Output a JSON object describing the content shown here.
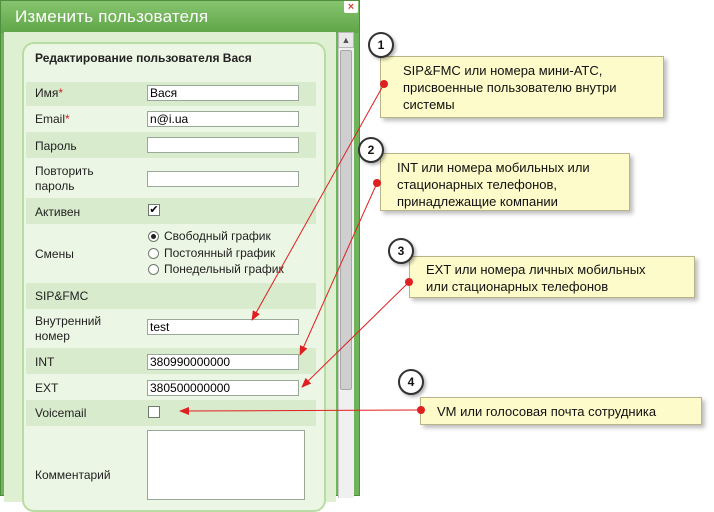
{
  "dialog": {
    "title": "Изменить пользователя",
    "close_icon": "×",
    "heading": "Редактирование пользователя Вася"
  },
  "form": {
    "name_label": "Имя",
    "name_value": "Вася",
    "email_label": "Email",
    "email_value": "n@i.ua",
    "required_mark": "*",
    "password_label": "Пароль",
    "password_value": "",
    "repeat_password_label_1": "Повторить",
    "repeat_password_label_2": "пароль",
    "repeat_password_value": "",
    "active_label": "Активен",
    "active_checked": "✔",
    "shifts_label": "Смены",
    "shift_options": [
      "Свободный график",
      "Постоянный график",
      "Понедельный график"
    ],
    "shift_selected": 0,
    "section_sipfmc": "SIP&FMC",
    "internal_label_1": "Внутренний",
    "internal_label_2": "номер",
    "internal_value": "test",
    "int_label": "INT",
    "int_value": "380990000000",
    "ext_label": "EXT",
    "ext_value": "380500000000",
    "voicemail_label": "Voicemail",
    "comment_label": "Комментарий"
  },
  "callouts": [
    {
      "num": "1",
      "text_lines": [
        "SIP&FMC или номера мини-АТС,",
        "присвоенные пользователю внутри",
        "системы"
      ]
    },
    {
      "num": "2",
      "text_lines": [
        "INT или номера мобильных или",
        "стационарных телефонов,",
        "принадлежащие компании"
      ]
    },
    {
      "num": "3",
      "text_lines": [
        "EXT или номера личных мобильных",
        "или стационарных телефонов"
      ]
    },
    {
      "num": "4",
      "text_lines": [
        "VM или голосовая почта сотрудника"
      ]
    }
  ],
  "colors": {
    "arrow": "#e02020",
    "dialog_green": "#6fb35a",
    "note_bg": "#fdfbc9"
  }
}
